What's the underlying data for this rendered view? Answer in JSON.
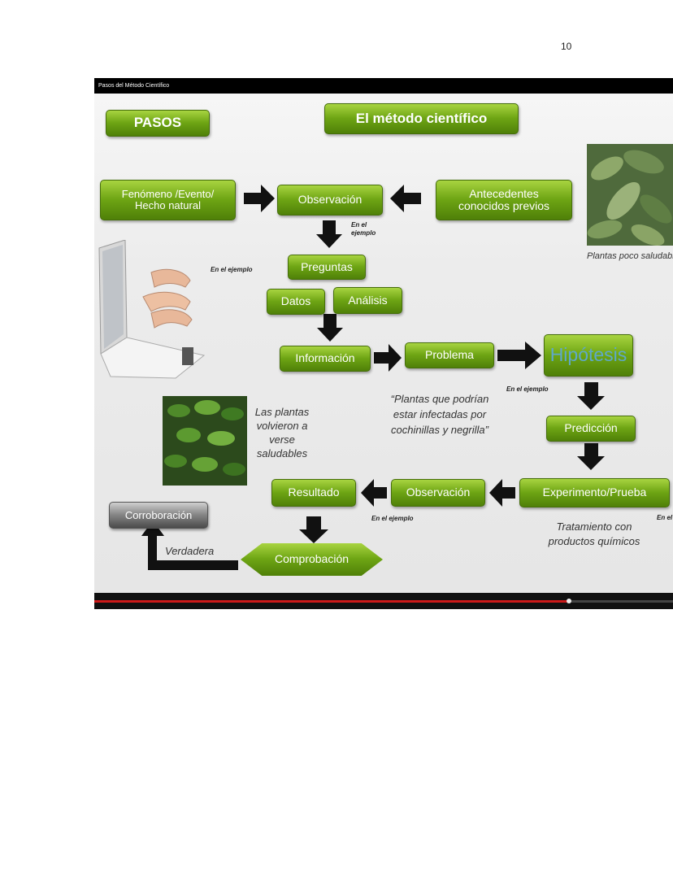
{
  "page_number": "10",
  "video": {
    "title": "Pasos del Método Científico",
    "progress": 0.82
  },
  "slide": {
    "pasos": "PASOS",
    "title": "El método científico",
    "fenomeno": "Fenómeno /Evento/ Hecho natural",
    "observacion_top": "Observación",
    "antecedentes": "Antecedentes conocidos previos",
    "en_el_ejemplo_obs": "En el ejemplo",
    "en_el_ejemplo_preg": "En el ejemplo",
    "preguntas": "Preguntas",
    "datos": "Datos",
    "analisis": "Análisis",
    "informacion": "Información",
    "problema": "Problema",
    "hipotesis": "Hipótesis",
    "en_el_ejemplo_hip": "En el ejemplo",
    "plantas_poco": "Plantas poco saludables",
    "cita": "“Plantas que podrían estar infectadas por cochinillas y negrilla”",
    "plantas_volvieron": "Las plantas volvieron a verse saludables",
    "prediccion": "Predicción",
    "resultado": "Resultado",
    "observacion_bottom": "Observación",
    "experimento": "Experimento/Prueba",
    "en_el_ejemplo_obs2": "En el ejemplo",
    "en_el_ejemplo_exp": "En el ejemplo",
    "corroboracion": "Corroboración",
    "verdadera": "Verdadera",
    "comprobacion": "Comprobación",
    "tratamiento": "Tratamiento con productos químicos"
  },
  "colors": {
    "green": "#6ea514",
    "black_bar": "#000000",
    "progress_red": "#cc1a1a"
  }
}
